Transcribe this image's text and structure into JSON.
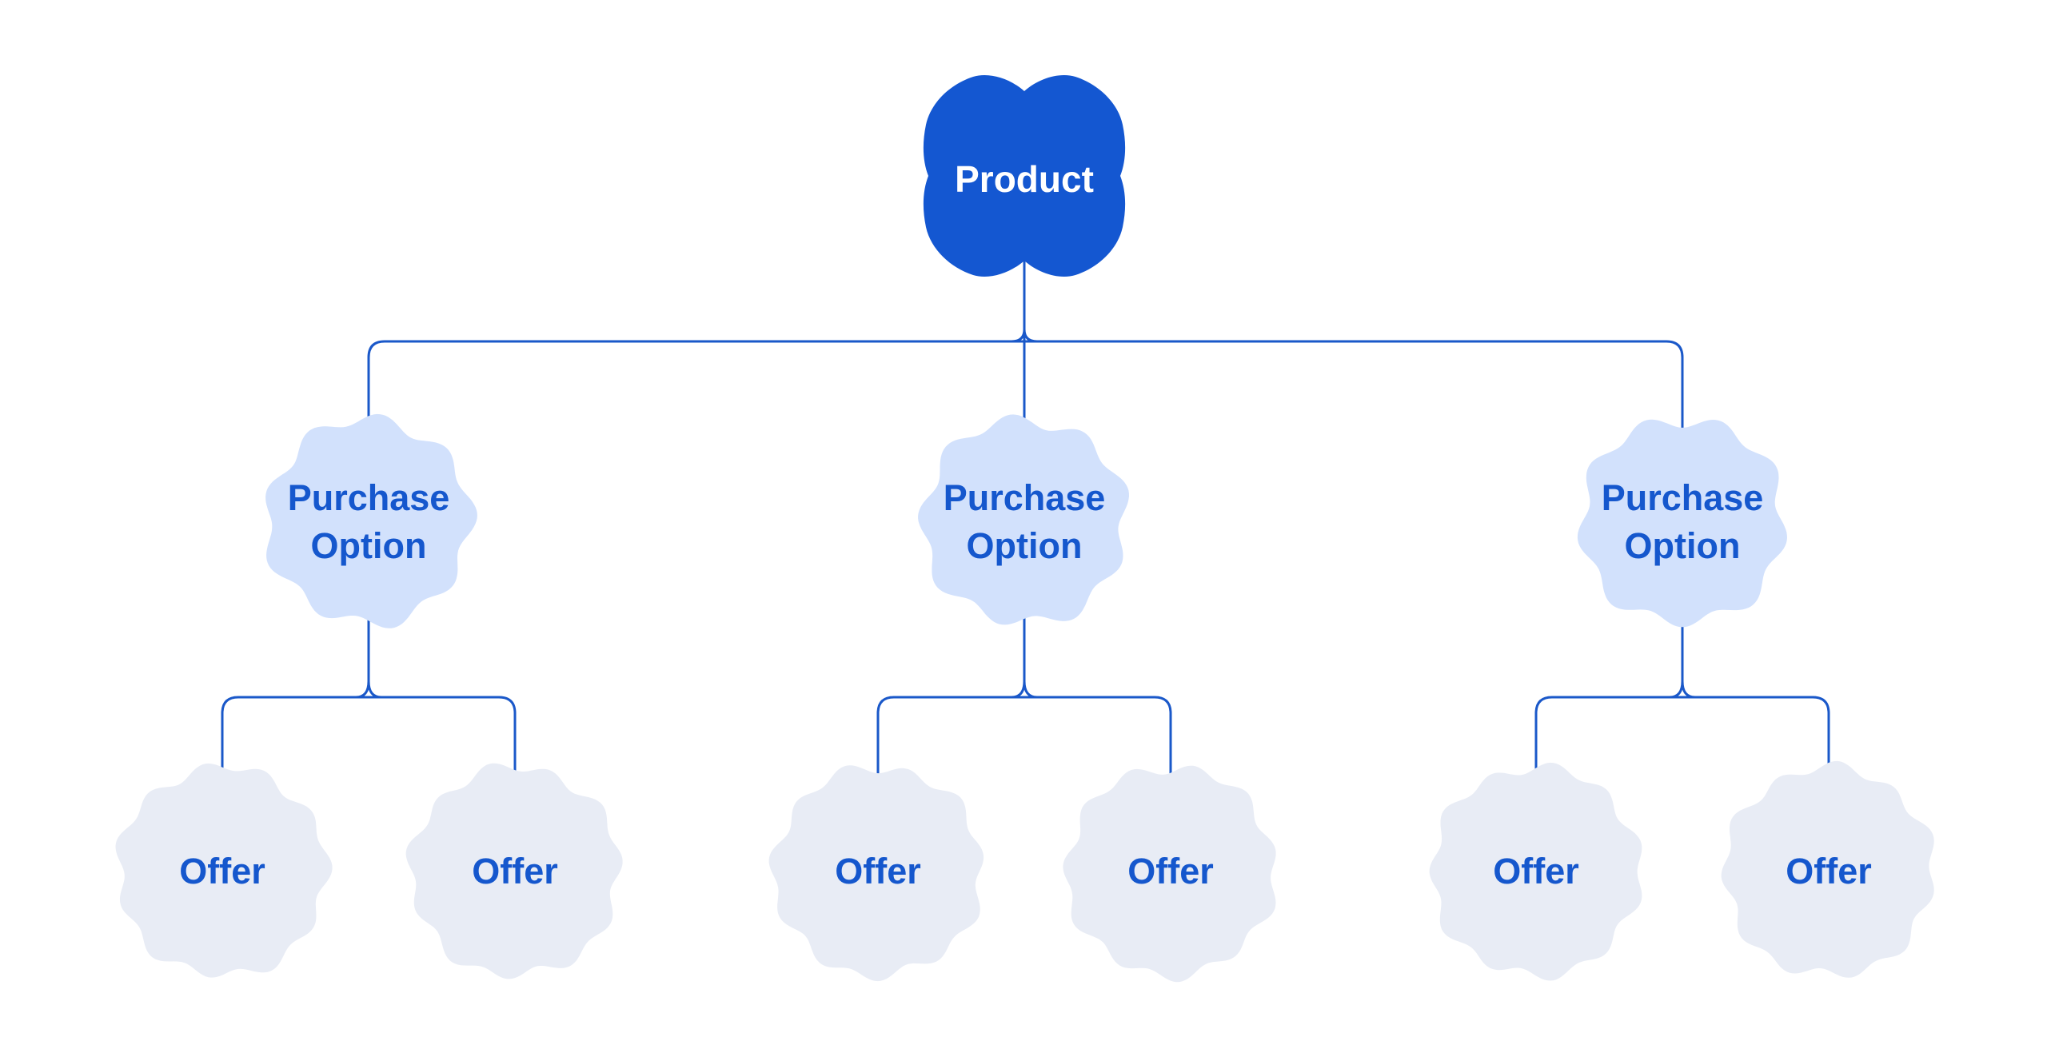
{
  "diagram": {
    "root": {
      "label": "Product"
    },
    "purchase_options": [
      {
        "label_lines": [
          "Purchase",
          "Option"
        ],
        "offers": [
          {
            "label": "Offer"
          },
          {
            "label": "Offer"
          }
        ]
      },
      {
        "label_lines": [
          "Purchase",
          "Option"
        ],
        "offers": [
          {
            "label": "Offer"
          },
          {
            "label": "Offer"
          }
        ]
      },
      {
        "label_lines": [
          "Purchase",
          "Option"
        ],
        "offers": [
          {
            "label": "Offer"
          },
          {
            "label": "Offer"
          }
        ]
      }
    ],
    "colors": {
      "background": "#ffffff",
      "product_fill": "#1457d1",
      "product_text": "#ffffff",
      "purchase_option_fill": "#d2e1fc",
      "offer_fill": "#e8ecf5",
      "label_text": "#1557cd",
      "connector": "#1a58c9"
    }
  }
}
